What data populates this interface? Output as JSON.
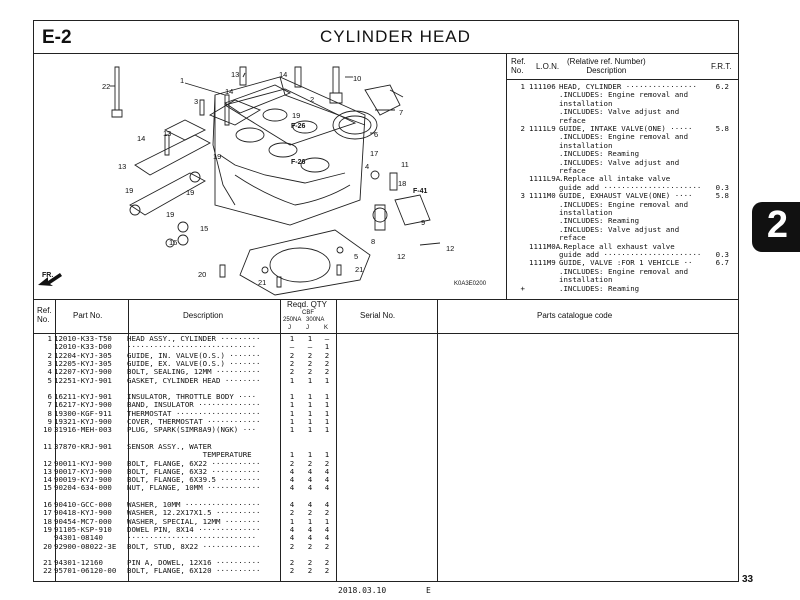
{
  "header": {
    "section": "E-2",
    "title": "CYLINDER  HEAD"
  },
  "side_tab": "2",
  "page_number": "33",
  "footer": {
    "date": "2018.03.10",
    "edition": "E"
  },
  "diagram": {
    "code": "K0A3E0200",
    "direction_label": "FR.",
    "callouts": [
      "22",
      "1",
      "13",
      "14",
      "10",
      "3",
      "14",
      "2",
      "7",
      "19",
      "F-26",
      "6",
      "14",
      "13",
      "13",
      "19",
      "F-26",
      "19",
      "17",
      "4",
      "11",
      "12",
      "18",
      "F-41",
      "9",
      "19",
      "19",
      "15",
      "16",
      "8",
      "12",
      "5",
      "20",
      "21",
      "21"
    ]
  },
  "frt_table": {
    "headers": {
      "ref": "Ref.\nNo.",
      "lon": "L.O.N.",
      "desc": "(Relative ref. Number)\nDescription",
      "frt": "F.R.T."
    },
    "rows": [
      {
        "ref": "1",
        "lon": "111106",
        "desc": "HEAD, CYLINDER ················",
        "frt": "6.2"
      },
      {
        "ref": "",
        "lon": "",
        "desc": ".INCLUDES: Engine removal and",
        "frt": ""
      },
      {
        "ref": "",
        "lon": "",
        "desc": "installation",
        "frt": ""
      },
      {
        "ref": "",
        "lon": "",
        "desc": ".INCLUDES: Valve adjust and",
        "frt": ""
      },
      {
        "ref": "",
        "lon": "",
        "desc": "reface",
        "frt": ""
      },
      {
        "ref": "2",
        "lon": "1111L9",
        "desc": "GUIDE, INTAKE VALVE(ONE) ·····",
        "frt": "5.8"
      },
      {
        "ref": "",
        "lon": "",
        "desc": ".INCLUDES: Engine removal and",
        "frt": ""
      },
      {
        "ref": "",
        "lon": "",
        "desc": "installation",
        "frt": ""
      },
      {
        "ref": "",
        "lon": "",
        "desc": ".INCLUDES: Reaming",
        "frt": ""
      },
      {
        "ref": "",
        "lon": "",
        "desc": ".INCLUDES: Valve adjust and",
        "frt": ""
      },
      {
        "ref": "",
        "lon": "",
        "desc": "reface",
        "frt": ""
      },
      {
        "ref": "",
        "lon": "1111L9A",
        "desc": ".Replace all intake valve",
        "frt": ""
      },
      {
        "ref": "",
        "lon": "",
        "desc": "guide add ······················",
        "frt": "0.3"
      },
      {
        "ref": "3",
        "lon": "1111M0",
        "desc": "GUIDE, EXHAUST VALVE(ONE) ····",
        "frt": "5.8"
      },
      {
        "ref": "",
        "lon": "",
        "desc": ".INCLUDES: Engine removal and",
        "frt": ""
      },
      {
        "ref": "",
        "lon": "",
        "desc": "installation",
        "frt": ""
      },
      {
        "ref": "",
        "lon": "",
        "desc": ".INCLUDES: Reaming",
        "frt": ""
      },
      {
        "ref": "",
        "lon": "",
        "desc": ".INCLUDES: Valve adjust and",
        "frt": ""
      },
      {
        "ref": "",
        "lon": "",
        "desc": "reface",
        "frt": ""
      },
      {
        "ref": "",
        "lon": "1111M0A",
        "desc": ".Replace all exhaust valve",
        "frt": ""
      },
      {
        "ref": "",
        "lon": "",
        "desc": "guide add ······················",
        "frt": "0.3"
      },
      {
        "ref": "",
        "lon": "1111M9",
        "desc": "GUIDE, VALVE :FOR 1 VEHICLE ··",
        "frt": "6.7"
      },
      {
        "ref": "",
        "lon": "",
        "desc": ".INCLUDES: Engine removal and",
        "frt": ""
      },
      {
        "ref": "",
        "lon": "",
        "desc": "installation",
        "frt": ""
      },
      {
        "ref": "+",
        "lon": "",
        "desc": ".INCLUDES: Reaming",
        "frt": ""
      }
    ]
  },
  "parts_table": {
    "headers": {
      "ref": "Ref.\nNo.",
      "part_no": "Part No.",
      "description": "Description",
      "qty_title": "Reqd.  QTY",
      "model": "CBF",
      "variants": "250NA   300NA",
      "codes": [
        "J",
        "J",
        "K"
      ],
      "serial": "Serial No.",
      "catalogue": "Parts catalogue code"
    },
    "rows": [
      {
        "ref": "1",
        "part": "12010-K33-T50",
        "desc": "HEAD ASSY., CYLINDER ·········",
        "q": [
          "1",
          "1",
          "–"
        ]
      },
      {
        "ref": "",
        "part": "12010-K33-D00",
        "desc": "·····························",
        "q": [
          "–",
          "–",
          "1"
        ]
      },
      {
        "ref": "2",
        "part": "12204-KYJ-305",
        "desc": "GUIDE, IN. VALVE(O.S.) ·······",
        "q": [
          "2",
          "2",
          "2"
        ]
      },
      {
        "ref": "3",
        "part": "12205-KYJ-305",
        "desc": "GUIDE, EX. VALVE(O.S.) ·······",
        "q": [
          "2",
          "2",
          "2"
        ]
      },
      {
        "ref": "4",
        "part": "12207-KYJ-900",
        "desc": "BOLT, SEALING, 12MM ··········",
        "q": [
          "2",
          "2",
          "2"
        ]
      },
      {
        "ref": "5",
        "part": "12251-KYJ-901",
        "desc": "GASKET, CYLINDER HEAD ········",
        "q": [
          "1",
          "1",
          "1"
        ]
      },
      {
        "ref": "",
        "part": "",
        "desc": "",
        "q": [
          "",
          "",
          ""
        ]
      },
      {
        "ref": "6",
        "part": "16211-KYJ-901",
        "desc": "INSULATOR, THROTTLE BODY ····",
        "q": [
          "1",
          "1",
          "1"
        ]
      },
      {
        "ref": "7",
        "part": "16217-KYJ-900",
        "desc": "BAND, INSULATOR ··············",
        "q": [
          "1",
          "1",
          "1"
        ]
      },
      {
        "ref": "8",
        "part": "19300-KGF-911",
        "desc": "THERMOSTAT ···················",
        "q": [
          "1",
          "1",
          "1"
        ]
      },
      {
        "ref": "9",
        "part": "19321-KYJ-900",
        "desc": "COVER, THERMOSTAT ············",
        "q": [
          "1",
          "1",
          "1"
        ]
      },
      {
        "ref": "10",
        "part": "31916-MEH-003",
        "desc": "PLUG, SPARK(SIMR8A9)(NGK) ···",
        "q": [
          "1",
          "1",
          "1"
        ]
      },
      {
        "ref": "",
        "part": "",
        "desc": "",
        "q": [
          "",
          "",
          ""
        ]
      },
      {
        "ref": "11",
        "part": "37870-KRJ-901",
        "desc": "SENSOR ASSY., WATER",
        "q": [
          "",
          "",
          ""
        ]
      },
      {
        "ref": "",
        "part": "",
        "desc": "                 TEMPERATURE",
        "q": [
          "1",
          "1",
          "1"
        ]
      },
      {
        "ref": "12",
        "part": "90011-KYJ-900",
        "desc": "BOLT, FLANGE, 6X22 ···········",
        "q": [
          "2",
          "2",
          "2"
        ]
      },
      {
        "ref": "13",
        "part": "90017-KYJ-900",
        "desc": "BOLT, FLANGE, 6X32 ···········",
        "q": [
          "4",
          "4",
          "4"
        ]
      },
      {
        "ref": "14",
        "part": "90019-KYJ-900",
        "desc": "BOLT, FLANGE, 6X39.5 ·········",
        "q": [
          "4",
          "4",
          "4"
        ]
      },
      {
        "ref": "15",
        "part": "90204-634-000",
        "desc": "NUT, FLANGE, 10MM ············",
        "q": [
          "4",
          "4",
          "4"
        ]
      },
      {
        "ref": "",
        "part": "",
        "desc": "",
        "q": [
          "",
          "",
          ""
        ]
      },
      {
        "ref": "16",
        "part": "90410-GCC-000",
        "desc": "WASHER, 10MM ·················",
        "q": [
          "4",
          "4",
          "4"
        ]
      },
      {
        "ref": "17",
        "part": "90418-KYJ-900",
        "desc": "WASHER, 12.2X17X1.5 ··········",
        "q": [
          "2",
          "2",
          "2"
        ]
      },
      {
        "ref": "18",
        "part": "90454-MC7-000",
        "desc": "WASHER, SPECIAL, 12MM ········",
        "q": [
          "1",
          "1",
          "1"
        ]
      },
      {
        "ref": "19",
        "part": "91105-KSP-910",
        "desc": "DOWEL PIN, 8X14 ··············",
        "q": [
          "4",
          "4",
          "4"
        ]
      },
      {
        "ref": "",
        "part": "94301-08140",
        "desc": "·····························",
        "q": [
          "4",
          "4",
          "4"
        ]
      },
      {
        "ref": "20",
        "part": "92900-08022-3E",
        "desc": "BOLT, STUD, 8X22 ·············",
        "q": [
          "2",
          "2",
          "2"
        ]
      },
      {
        "ref": "",
        "part": "",
        "desc": "",
        "q": [
          "",
          "",
          ""
        ]
      },
      {
        "ref": "21",
        "part": "94301-12160",
        "desc": "PIN A, DOWEL, 12X16 ··········",
        "q": [
          "2",
          "2",
          "2"
        ]
      },
      {
        "ref": "22",
        "part": "95701-06120-00",
        "desc": "BOLT, FLANGE, 6X120 ··········",
        "q": [
          "2",
          "2",
          "2"
        ]
      }
    ]
  }
}
